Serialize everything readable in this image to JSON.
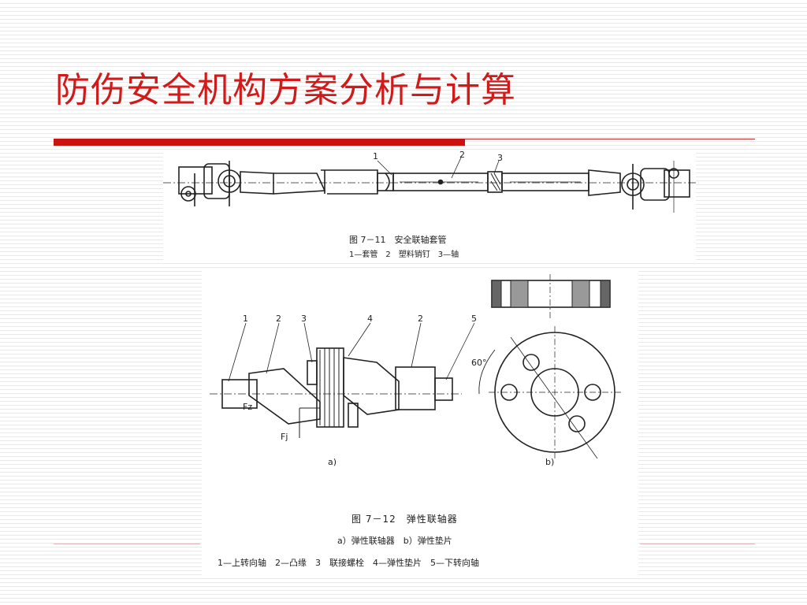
{
  "slide": {
    "title": "防伤安全机构方案分析与计算"
  },
  "figure1": {
    "caption": "图 7－11　安全联轴套管",
    "legend": "1—套管　2　塑料销钉　3—轴",
    "part_labels": [
      "1",
      "2",
      "3"
    ]
  },
  "figure2": {
    "caption": "图 7－12　弹性联轴器",
    "subcaption": "a）弹性联轴器　b）弹性垫片",
    "legend": "1—上转向轴　2—凸缘　3　联接螺栓　4—弹性垫片　5—下转向轴",
    "part_labels": [
      "1",
      "2",
      "3",
      "4",
      "2",
      "5"
    ],
    "view_labels": [
      "a)",
      "b)"
    ],
    "angle_label": "60°",
    "force_labels": [
      "Fz",
      "Fj"
    ]
  }
}
